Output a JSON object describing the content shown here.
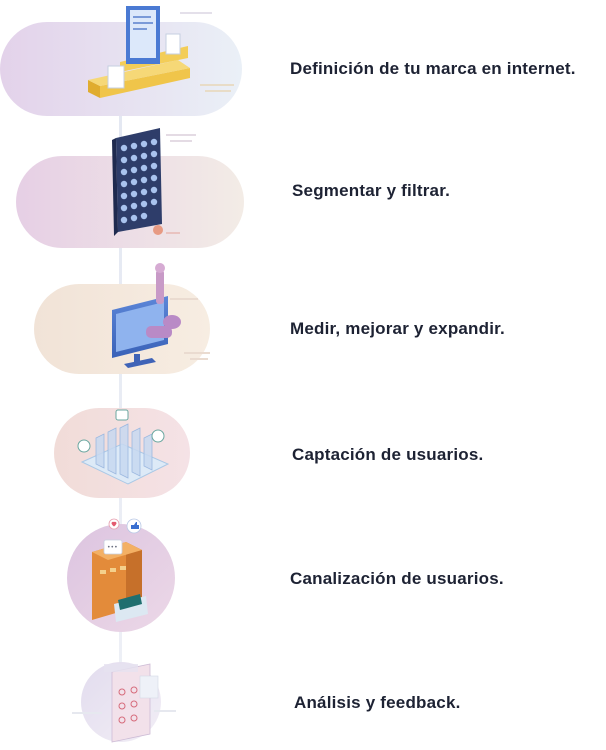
{
  "steps": [
    {
      "label": "Definición de tu marca en internet."
    },
    {
      "label": "Segmentar y filtrar."
    },
    {
      "label": "Medir, mejorar y expandir."
    },
    {
      "label": "Captación de usuarios."
    },
    {
      "label": "Canalización de usuarios."
    },
    {
      "label": "Análisis y feedback."
    }
  ],
  "illustrations": [
    {
      "icon": "brand-documents-icon",
      "background": "#e6d6ec"
    },
    {
      "icon": "segment-filter-grid-icon",
      "background": "#e7d3e6"
    },
    {
      "icon": "measure-monitor-hand-icon",
      "background": "#f4e7da"
    },
    {
      "icon": "capture-funnel-panels-icon",
      "background": "#f3dfe0"
    },
    {
      "icon": "channel-dispenser-icon",
      "background": "#e3cbe1"
    },
    {
      "icon": "analysis-feedback-icon",
      "background": "#ebe6f2"
    }
  ],
  "colors": {
    "text": "#1d2233",
    "accent_blue": "#3a6fd0",
    "accent_orange": "#e08a3a",
    "accent_purple": "#b98ac6"
  }
}
